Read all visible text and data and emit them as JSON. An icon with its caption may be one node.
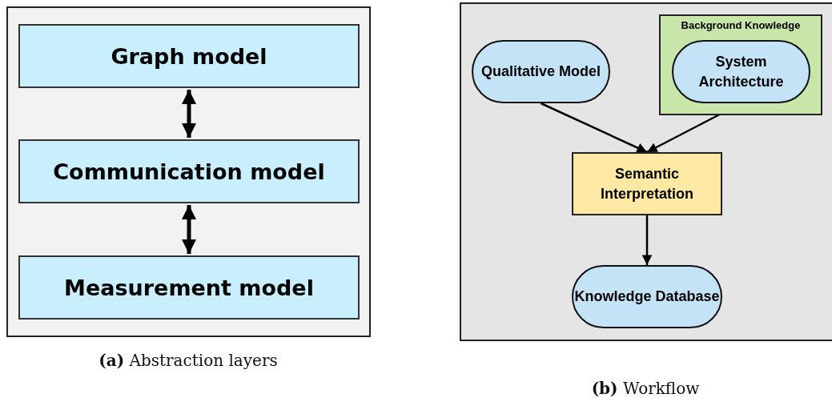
{
  "diagram": {
    "nodes": [
      {
        "text": [
          "Graph model"
        ]
      },
      {
        "text": [
          "Communication model"
        ]
      },
      {
        "text": [
          "Measurement model"
        ]
      },
      {
        "text": [
          "Qualitative Model"
        ]
      },
      {
        "text": [
          "Background Knowledge"
        ]
      },
      {
        "text": [
          "System Architecture"
        ],
        "in": 4
      },
      {
        "text": [
          "Semantic Interpretation"
        ]
      },
      {
        "text": [
          "Knowledge Database"
        ]
      }
    ],
    "edges": [
      {
        "from": 0,
        "to": 1,
        "arrow": "both",
        "style": "thick"
      },
      {
        "from": 1,
        "to": 2,
        "arrow": "both",
        "style": "thick"
      },
      {
        "from": 3,
        "to": 6,
        "arrow": "to"
      },
      {
        "from": 5,
        "to": 6,
        "arrow": "to"
      },
      {
        "from": 6,
        "to": 7,
        "arrow": "to"
      }
    ],
    "labels": [
      "**(a)** Abstraction layers",
      "**(b)** Workflow"
    ]
  }
}
